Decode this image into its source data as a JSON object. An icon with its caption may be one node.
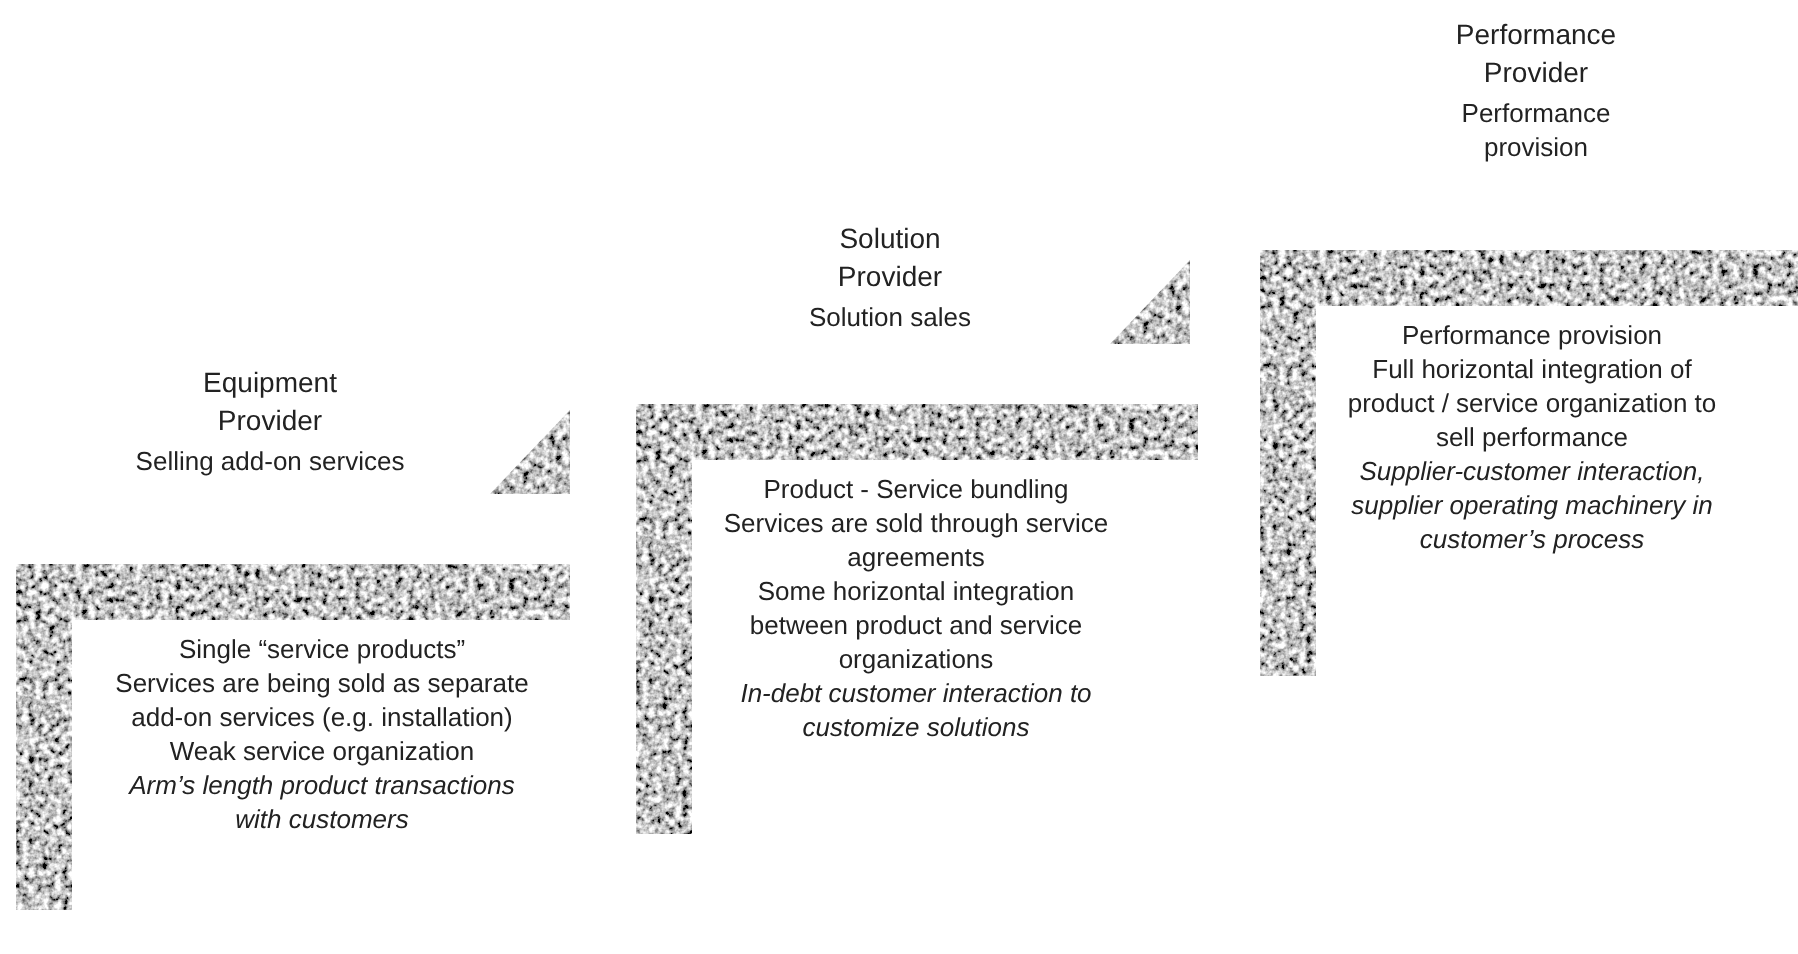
{
  "diagram": {
    "nodes": [
      {
        "text": [
          "Single “service products”",
          "Services are being sold as separate add-on services (e.g. installation)",
          "Weak service organization",
          "Arm’s length product transactions with customers"
        ],
        "beside": [
          "Equipment Provider",
          "Selling add-on services"
        ]
      },
      {
        "text": [
          "Product - Service bundling",
          "Services are sold through service agreements",
          "Some horizontal integration between product and service organizations",
          "In-debt customer interaction to customize solutions"
        ],
        "beside": [
          "Solution Provider",
          "Solution sales"
        ]
      },
      {
        "text": [
          "Performance provision",
          "Full horizontal integration of product / service organization to sell performance",
          "Supplier-customer interaction, supplier operating machinery in customer’s process"
        ],
        "beside": [
          "Performance Provider",
          "Performance provision"
        ]
      }
    ]
  }
}
